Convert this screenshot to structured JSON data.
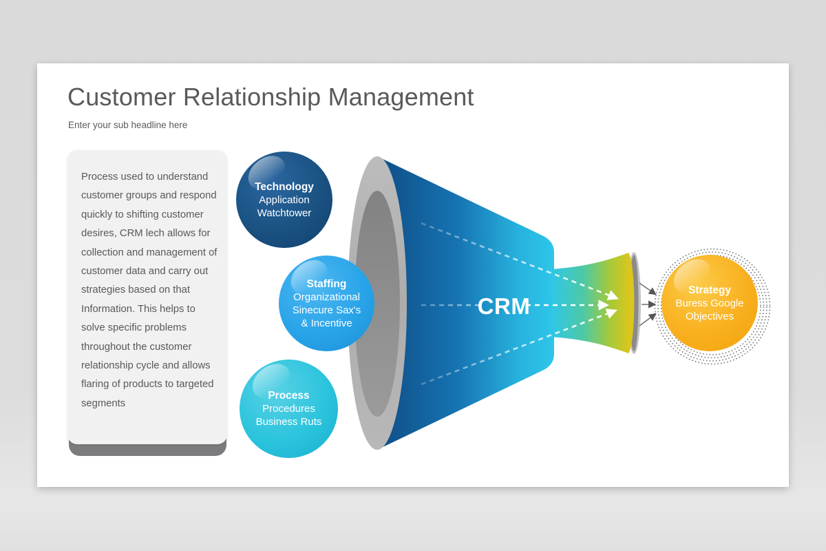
{
  "slide": {
    "title": "Customer Relationship Management",
    "subtitle": "Enter your sub headline here",
    "description": "Process used to understand customer groups and respond quickly to shifting customer desires, CRM lech allows for collection and management of customer data and carry out strategies based on that Information. This helps to solve specific problems throughout the customer relationship cycle and allows flaring of products to targeted segments",
    "funnel_label": "CRM",
    "colors": {
      "cone_dark_blue": "#0f4d85",
      "cone_cyan": "#2ec7e9",
      "bell_yellow": "#dcc61c",
      "mouth_gray": "#b1b1b1",
      "text_gray": "#58595b"
    }
  },
  "bubbles": [
    {
      "title": "Technology",
      "lines": "Application\nWatchtower",
      "color": "#1a5282"
    },
    {
      "title": "Staffing",
      "lines": "Organizational\nSinecure Sax's\n& Incentive",
      "color": "#29a4e9"
    },
    {
      "title": "Process",
      "lines": "Procedures\nBusiness Ruts",
      "color": "#2bc4dd"
    },
    {
      "title": "Strategy",
      "lines": "Buress Google\nObjectives",
      "color": "#f9b01e"
    }
  ]
}
